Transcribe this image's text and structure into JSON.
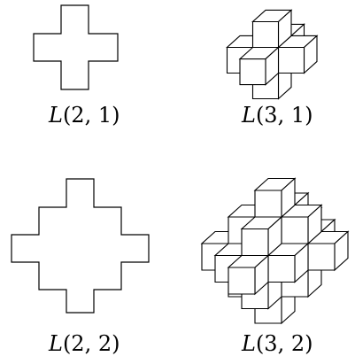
{
  "figures": [
    {
      "id": "L21",
      "label": "L(2, 1)",
      "dim": 2,
      "radius": 1
    },
    {
      "id": "L31",
      "label": "L(3, 1)",
      "dim": 3,
      "radius": 1
    },
    {
      "id": "L22",
      "label": "L(2, 2)",
      "dim": 2,
      "radius": 2
    },
    {
      "id": "L32",
      "label": "L(3, 2)",
      "dim": 3,
      "radius": 2
    }
  ]
}
